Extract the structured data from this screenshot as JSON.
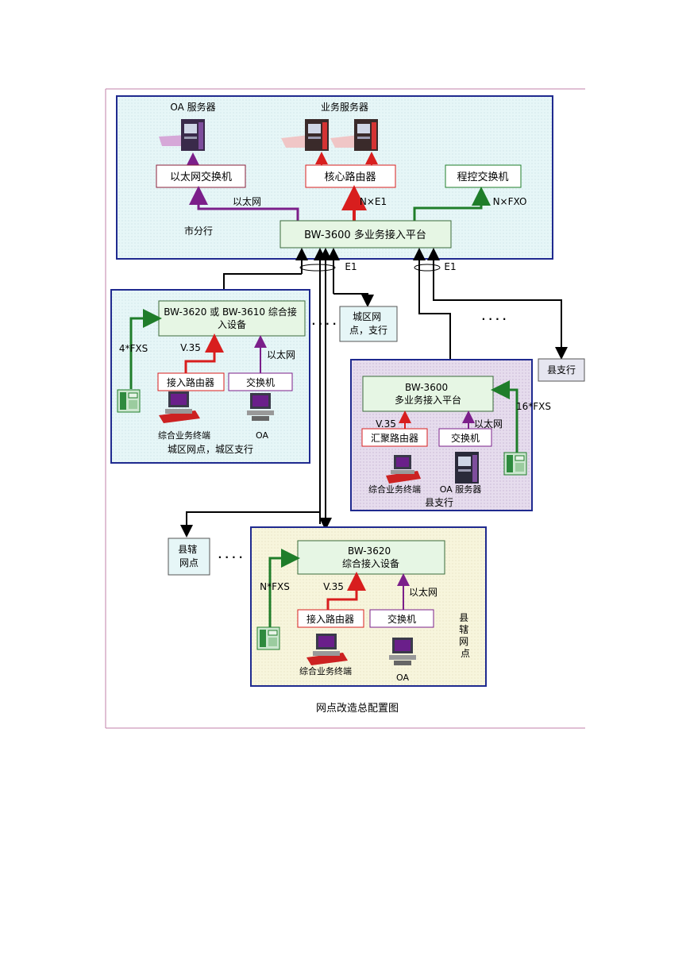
{
  "caption": "网点改造总配置图",
  "city_branch": {
    "region_label": "市分行",
    "oa_server_label": "OA 服务器",
    "business_server_label": "业务服务器",
    "ethernet_switch": "以太网交换机",
    "core_router": "核心路由器",
    "pbx": "程控交换机",
    "platform": "BW-3600 多业务接入平台",
    "ethernet_link": "以太网",
    "e1_link": "N×E1",
    "fxo_link": "N×FXO"
  },
  "links": {
    "e1_left": "E1",
    "e1_right": "E1"
  },
  "city_outlet": {
    "region_label": "城区网点，城区支行",
    "device": "BW-3620 或 BW-3610 综合接入设备",
    "router": "接入路由器",
    "switch": "交换机",
    "terminal": "综合业务终端",
    "oa": "OA",
    "v35": "V.35",
    "ethernet": "以太网",
    "fxs": "4*FXS",
    "dots": "· · · ·"
  },
  "city_outlet_box": "城区网点，支行",
  "county_box": "县支行",
  "county_branch": {
    "region_label": "县支行",
    "device": "BW-3600 多业务接入平台",
    "router": "汇聚路由器",
    "switch": "交换机",
    "terminal": "综合业务终端",
    "oa_server": "OA 服务器",
    "v35": "V.35",
    "ethernet": "以太网",
    "fxs": "16*FXS",
    "dots": "· · · ·"
  },
  "county_outlet_box": "县辖网点",
  "county_outlet": {
    "region_label": "县辖网点",
    "device": "BW-3620 综合接入设备",
    "router": "接入路由器",
    "switch": "交换机",
    "terminal": "综合业务终端",
    "oa": "OA",
    "v35": "V.35",
    "ethernet": "以太网",
    "fxs": "N*FXS",
    "dots": "· · · ·"
  },
  "colors": {
    "border_blue": "#1f2a8f",
    "ethernet_purple": "#7b1f8a",
    "e1_red": "#d81e1e",
    "fxs_green": "#1f7d2a",
    "box_green_fill": "#e6f6e4",
    "region_fill_cyan": "#e6f6f7",
    "region_fill_lilac": "#e8e0ef",
    "region_fill_cream": "#f7f5dc",
    "frame_pink": "#c080a8"
  }
}
